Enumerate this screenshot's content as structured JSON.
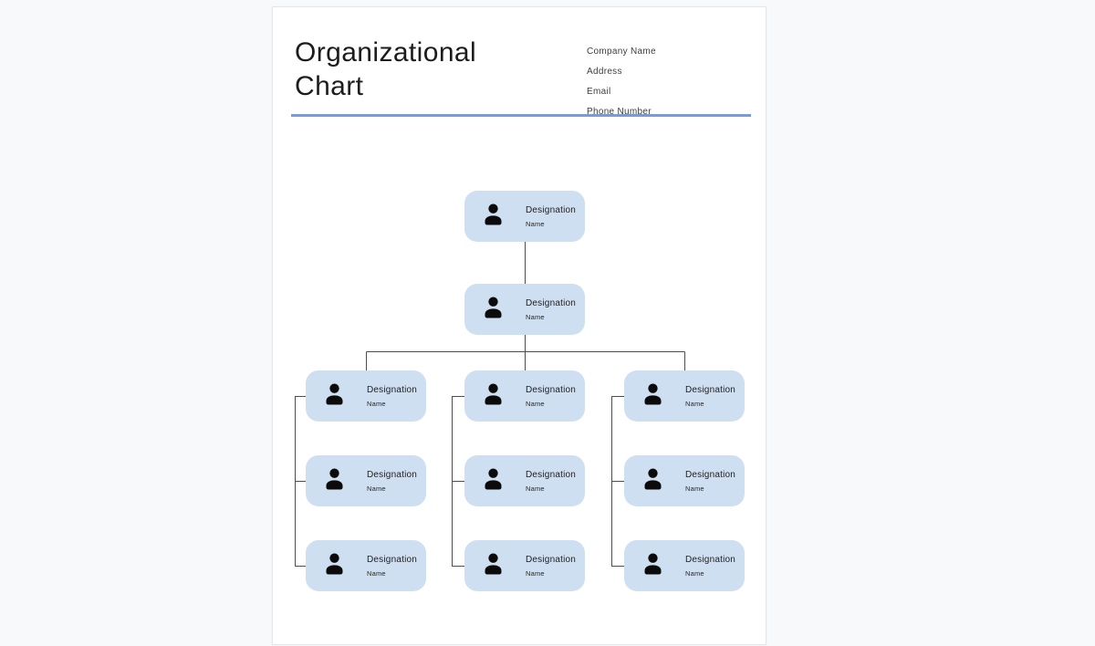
{
  "header": {
    "title": "Organizational Chart",
    "company_info": [
      "Company Name",
      "Address",
      "Email",
      "Phone Number"
    ],
    "accent_color": "#6d9eeb"
  },
  "org_chart": {
    "node_fill": "#cfdff2",
    "connector_color": "#4d4d4d",
    "person_icon": "person-silhouette",
    "root": {
      "designation": "Designation",
      "name": "Name"
    },
    "manager": {
      "designation": "Designation",
      "name": "Name"
    },
    "columns": [
      {
        "rows": [
          {
            "designation": "Designation",
            "name": "Name"
          },
          {
            "designation": "Designation",
            "name": "Name"
          },
          {
            "designation": "Designation",
            "name": "Name"
          }
        ]
      },
      {
        "rows": [
          {
            "designation": "Designation",
            "name": "Name"
          },
          {
            "designation": "Designation",
            "name": "Name"
          },
          {
            "designation": "Designation",
            "name": "Name"
          }
        ]
      },
      {
        "rows": [
          {
            "designation": "Designation",
            "name": "Name"
          },
          {
            "designation": "Designation",
            "name": "Name"
          },
          {
            "designation": "Designation",
            "name": "Name"
          }
        ]
      }
    ]
  }
}
